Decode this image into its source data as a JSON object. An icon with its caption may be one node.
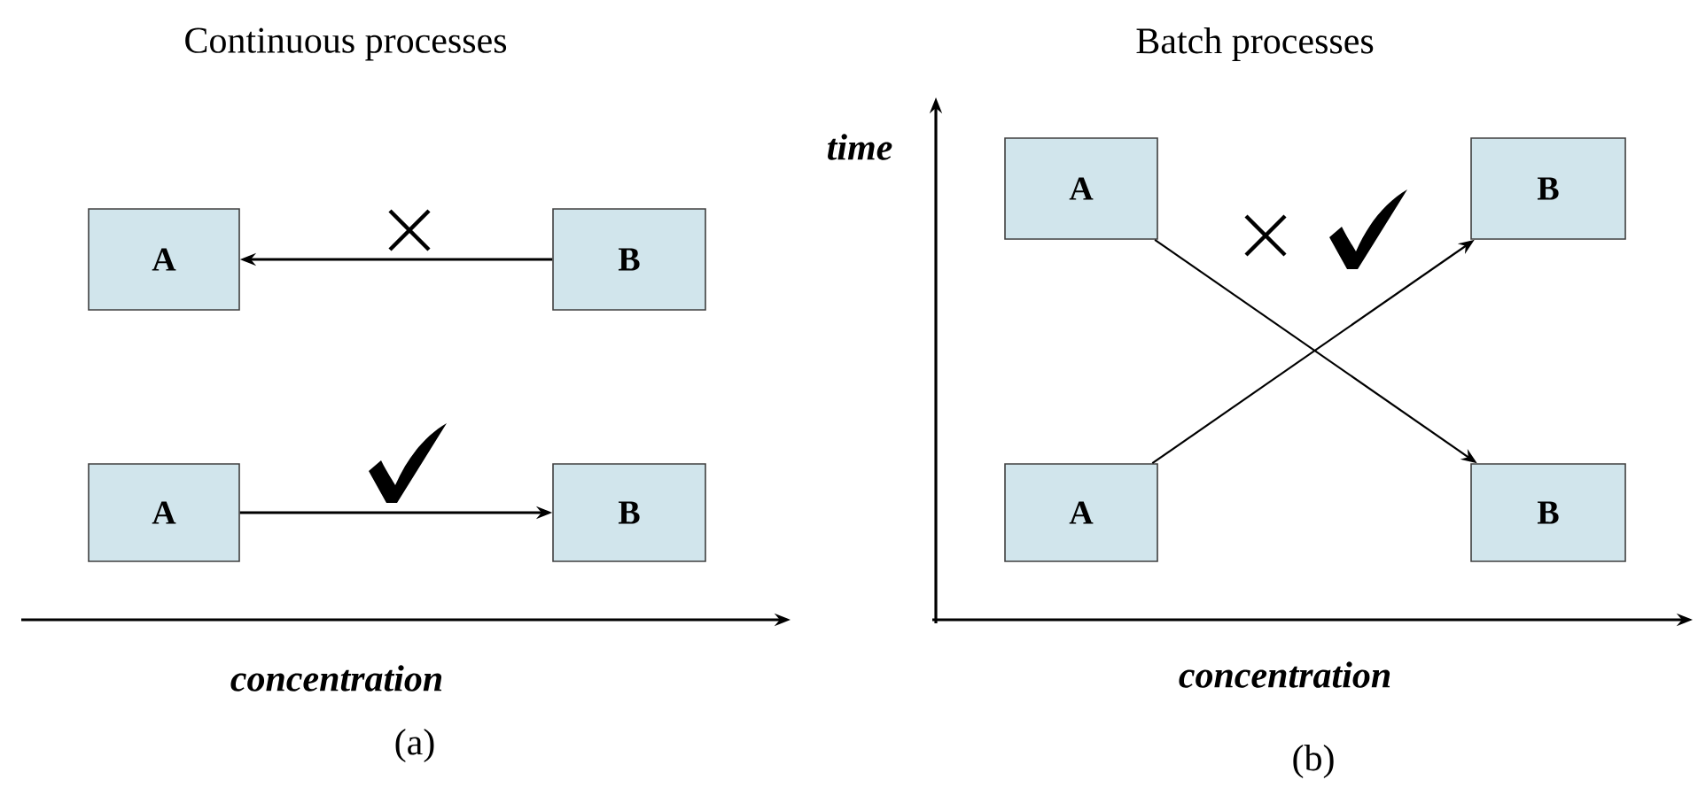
{
  "diagram": {
    "nodes": [
      {
        "text": [
          "A"
        ]
      },
      {
        "text": [
          "B"
        ]
      },
      {
        "text": [
          "A"
        ]
      },
      {
        "text": [
          "B"
        ]
      },
      {
        "text": [
          "A"
        ]
      },
      {
        "text": [
          "B"
        ]
      },
      {
        "text": [
          "A"
        ]
      },
      {
        "text": [
          "B"
        ]
      }
    ],
    "edges": [
      {
        "from": 1,
        "to": 0,
        "arrow": "to"
      },
      {
        "from": 2,
        "to": 3,
        "arrow": "to"
      },
      {
        "from": 4,
        "to": 7,
        "arrow": "to"
      },
      {
        "from": 6,
        "to": 5,
        "arrow": "to"
      }
    ],
    "labels": [
      "Continuous processes",
      "Batch processes",
      "time",
      "concentration",
      "concentration",
      "(a)",
      "(b)"
    ]
  }
}
